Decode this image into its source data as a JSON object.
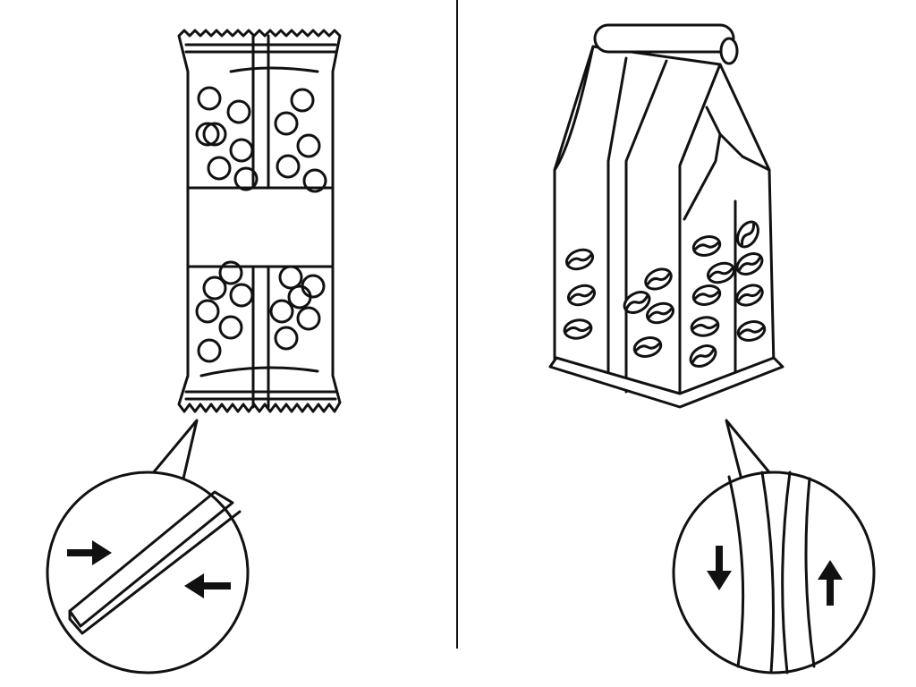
{
  "colors": {
    "stroke": "#111111",
    "background": "#ffffff"
  },
  "panels": [
    {
      "id": "flow-wrap-package",
      "detail_icon": "fin-seal-arrows"
    },
    {
      "id": "gusset-coffee-bag",
      "detail_icon": "side-seam-arrows"
    }
  ]
}
